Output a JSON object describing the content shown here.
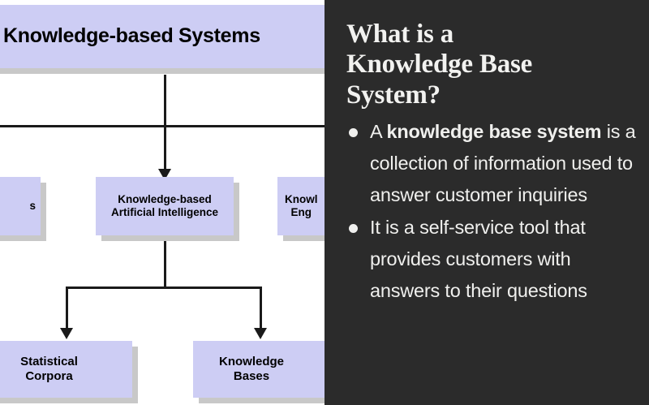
{
  "slide": {
    "background_dark": "#2b2b2b",
    "node_fill": "#cdcdf4",
    "node_shadow": "#c8c8c8",
    "text_light": "#f2f2f0"
  },
  "diagram": {
    "title": "Knowledge-based Systems",
    "nodes": [
      {
        "id": "root",
        "label": "Knowledge-based Systems"
      },
      {
        "id": "left_cut",
        "label": "s"
      },
      {
        "id": "kbai",
        "label": "Knowledge-based\nArtificial Intelligence"
      },
      {
        "id": "ke",
        "label": "Knowl\nEng"
      },
      {
        "id": "corpora",
        "label": "Statistical\nCorpora"
      },
      {
        "id": "kb",
        "label": "Knowledge\nBases"
      }
    ]
  },
  "panel": {
    "title": "What is a\nKnowledge Base\nSystem?",
    "bullets": [
      {
        "prefix": "A ",
        "bold": "knowledge base system",
        "suffix": " is a collection of information used to answer customer inquiries"
      },
      {
        "prefix": "",
        "bold": "",
        "suffix": "It is a self-service tool that provides customers with answers to their questions"
      }
    ]
  }
}
